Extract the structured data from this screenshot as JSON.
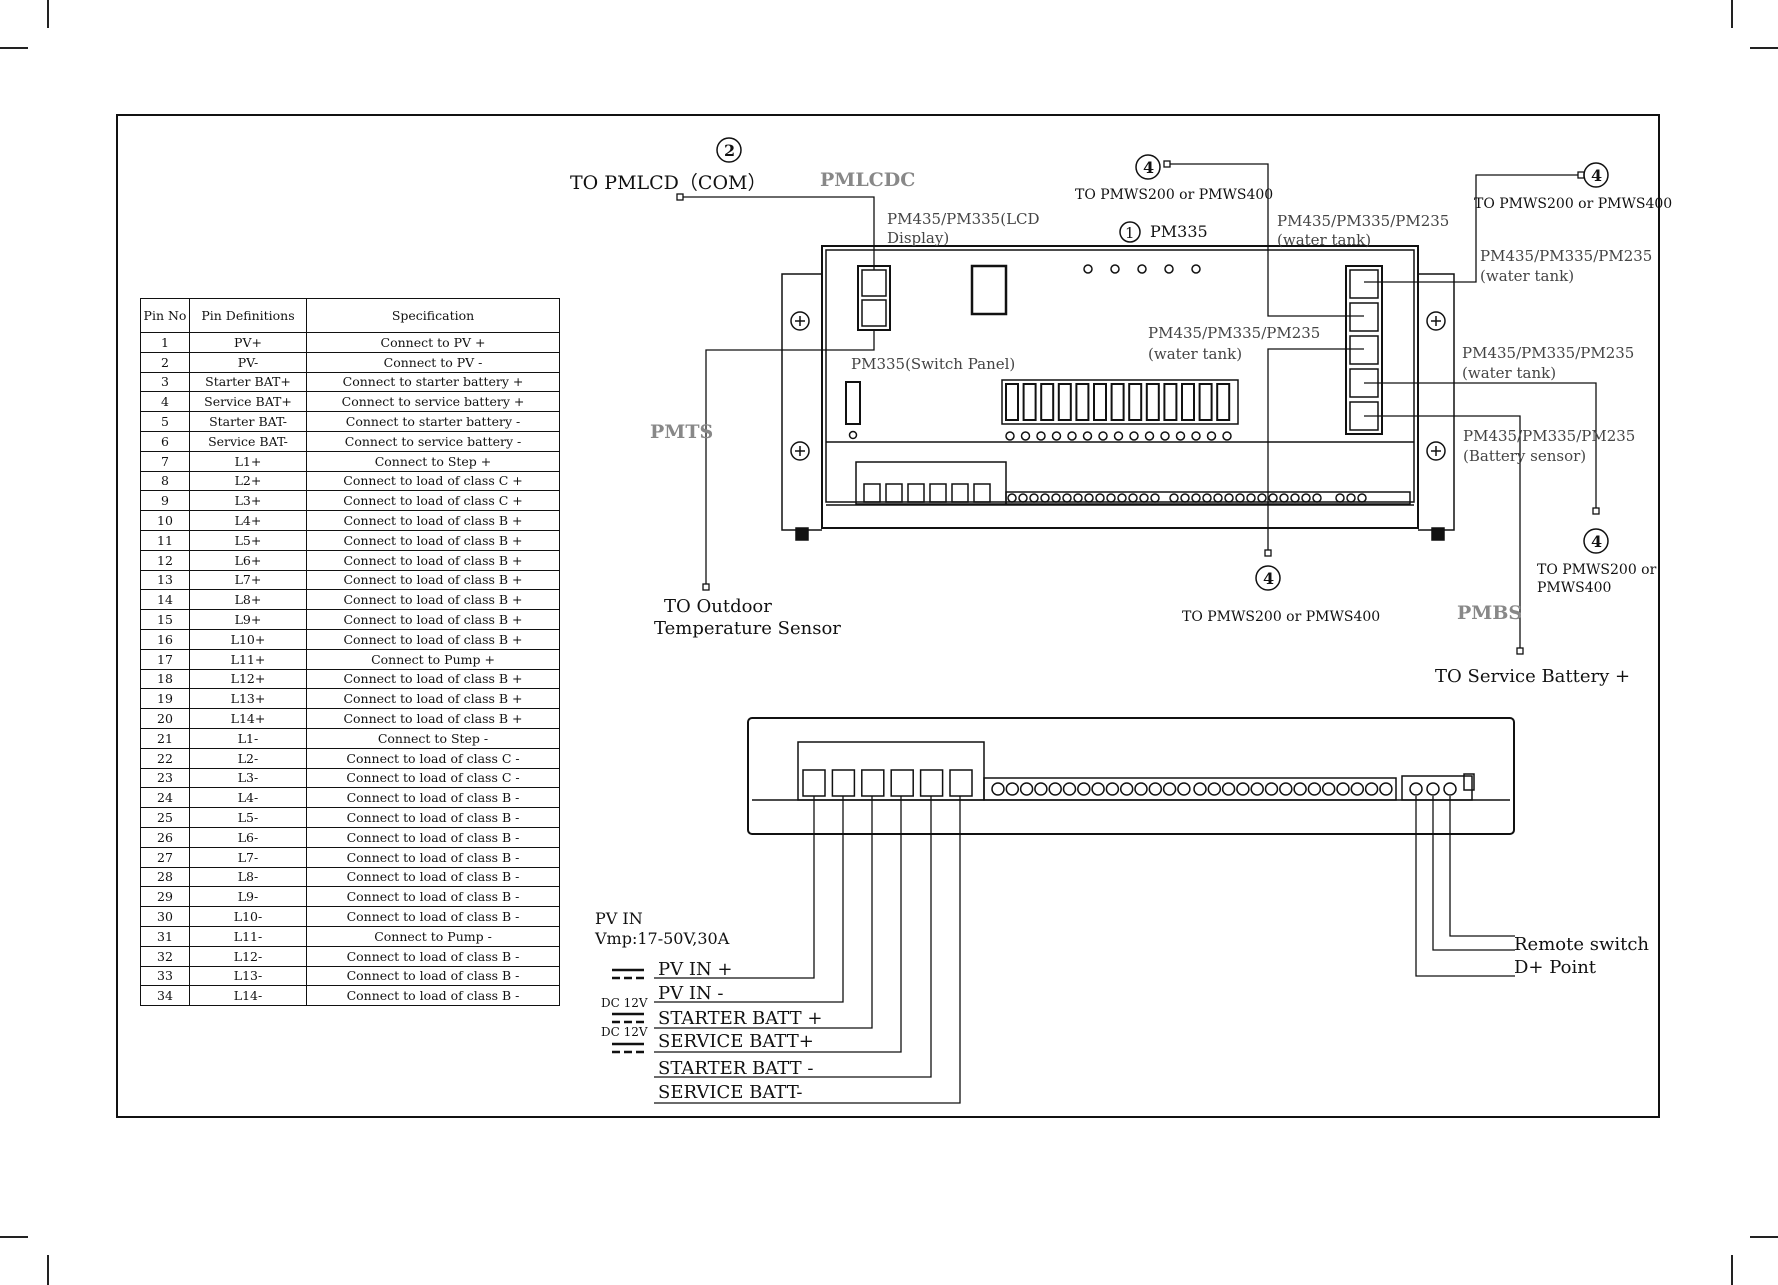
{
  "table": {
    "headers": [
      "Pin No",
      "Pin Definitions",
      "Specification"
    ],
    "rows": [
      [
        "1",
        "PV+",
        "Connect to PV +"
      ],
      [
        "2",
        "PV-",
        "Connect to PV -"
      ],
      [
        "3",
        "Starter BAT+",
        "Connect to starter battery +"
      ],
      [
        "4",
        "Service BAT+",
        "Connect to service battery +"
      ],
      [
        "5",
        "Starter BAT-",
        "Connect to starter battery -"
      ],
      [
        "6",
        "Service BAT-",
        "Connect to service battery -"
      ],
      [
        "7",
        "L1+",
        "Connect to Step +"
      ],
      [
        "8",
        "L2+",
        "Connect to load of class C +"
      ],
      [
        "9",
        "L3+",
        "Connect to load of class C +"
      ],
      [
        "10",
        "L4+",
        "Connect to load of class B +"
      ],
      [
        "11",
        "L5+",
        "Connect to load of class B +"
      ],
      [
        "12",
        "L6+",
        "Connect to load of class B +"
      ],
      [
        "13",
        "L7+",
        "Connect to load of class B +"
      ],
      [
        "14",
        "L8+",
        "Connect to load of class B +"
      ],
      [
        "15",
        "L9+",
        "Connect to load of class B +"
      ],
      [
        "16",
        "L10+",
        "Connect to load of class B +"
      ],
      [
        "17",
        "L11+",
        "Connect to  Pump +"
      ],
      [
        "18",
        "L12+",
        "Connect  to  load of class B +"
      ],
      [
        "19",
        "L13+",
        "Connect  to  load of class B +"
      ],
      [
        "20",
        "L14+",
        "Connect  to load of class B +"
      ],
      [
        "21",
        "L1-",
        "Connect to Step -"
      ],
      [
        "22",
        "L2-",
        "Connect to load of class C -"
      ],
      [
        "23",
        "L3-",
        "Connect to load of class C -"
      ],
      [
        "24",
        "L4-",
        "Connect to load of class B -"
      ],
      [
        "25",
        "L5-",
        "Connect to load of class B -"
      ],
      [
        "26",
        "L6-",
        "Connect to load of class B -"
      ],
      [
        "27",
        "L7-",
        "Connect to load of class B -"
      ],
      [
        "28",
        "L8-",
        "Connect to load of class B -"
      ],
      [
        "29",
        "L9-",
        "Connect to load of class B -"
      ],
      [
        "30",
        "L10-",
        "Connect to load of class B -"
      ],
      [
        "31",
        "L11-",
        "Connect to   Pump -"
      ],
      [
        "32",
        "L12-",
        "Connect to  load of class B -"
      ],
      [
        "33",
        "L13-",
        "Connect  to  load of class B -"
      ],
      [
        "34",
        "L14-",
        "Connect  to load of class B -"
      ]
    ]
  },
  "callouts": [
    "2",
    "1",
    "4",
    "4",
    "4",
    "4"
  ],
  "labels": {
    "to_pmlcd": "TO  PMLCD（COM）",
    "pmlcdc": "PMLCDC",
    "lcd_display_1": "PM435/PM335(LCD",
    "lcd_display_2": "Display)",
    "pm335": "PM335",
    "to_pmws_top": "TO PMWS200 or PMWS400",
    "to_pmws_right": "TO PMWS200 or PMWS400",
    "water_tank_a_1": "PM435/PM335/PM235",
    "water_tank_a_2": "(water  tank)",
    "water_tank_b_1": "PM435/PM335/PM235",
    "water_tank_b_2": "(water  tank)",
    "water_tank_c_1": "PM435/PM335/PM235",
    "water_tank_c_2": "(water  tank)",
    "water_tank_d_1": "PM435/PM335/PM235",
    "water_tank_d_2": "(water  tank)",
    "battery_sensor_1": "PM435/PM335/PM235",
    "battery_sensor_2": "(Battery sensor)",
    "switch_panel": "PM335(Switch Panel)",
    "pmts": "PMTS",
    "to_outdoor_1": "TO  Outdoor",
    "to_outdoor_2": "Temperature Sensor",
    "to_pmws_bottom": "TO PMWS200 or PMWS400",
    "to_pmws_br_1": "TO PMWS200 or",
    "to_pmws_br_2": "PMWS400",
    "pmbs": "PMBS",
    "to_service_battery": "TO Service Battery +",
    "pv_in": "PV  IN",
    "vmp": "Vmp:17-50V,30A",
    "pv_in_plus": "PV  IN +",
    "pv_in_minus": "PV  IN -",
    "dc12v_1": "DC 12V",
    "dc12v_2": "DC 12V",
    "starter_batt_plus": "STARTER  BATT +",
    "service_batt_plus": "SERVICE BATT+",
    "starter_batt_minus": "STARTER  BATT -",
    "service_batt_minus": "SERVICE BATT-",
    "remote_switch": "Remote switch",
    "d_plus_point": "D+ Point"
  }
}
